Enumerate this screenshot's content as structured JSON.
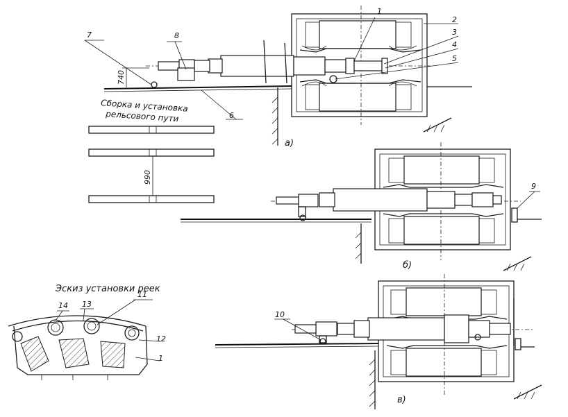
{
  "captions": {
    "rail_assembly": "Сборка и установка рельсового пути",
    "rail_assembly_l1": "Сборка и установка",
    "rail_assembly_l2": "рельсового пути",
    "rack_sketch": "Эскиз установки реек"
  },
  "dimensions": {
    "height": "740",
    "gauge": "990"
  },
  "view_labels": {
    "a": "а)",
    "b": "б)",
    "v": "в)"
  },
  "callouts": {
    "n1": "1",
    "n2": "2",
    "n3": "3",
    "n4": "4",
    "n5": "5",
    "n6": "6",
    "n7": "7",
    "n8": "8",
    "n9": "9",
    "n10": "10",
    "n11": "11",
    "n12": "12",
    "n13": "13",
    "n14": "14",
    "n1b": "1"
  }
}
